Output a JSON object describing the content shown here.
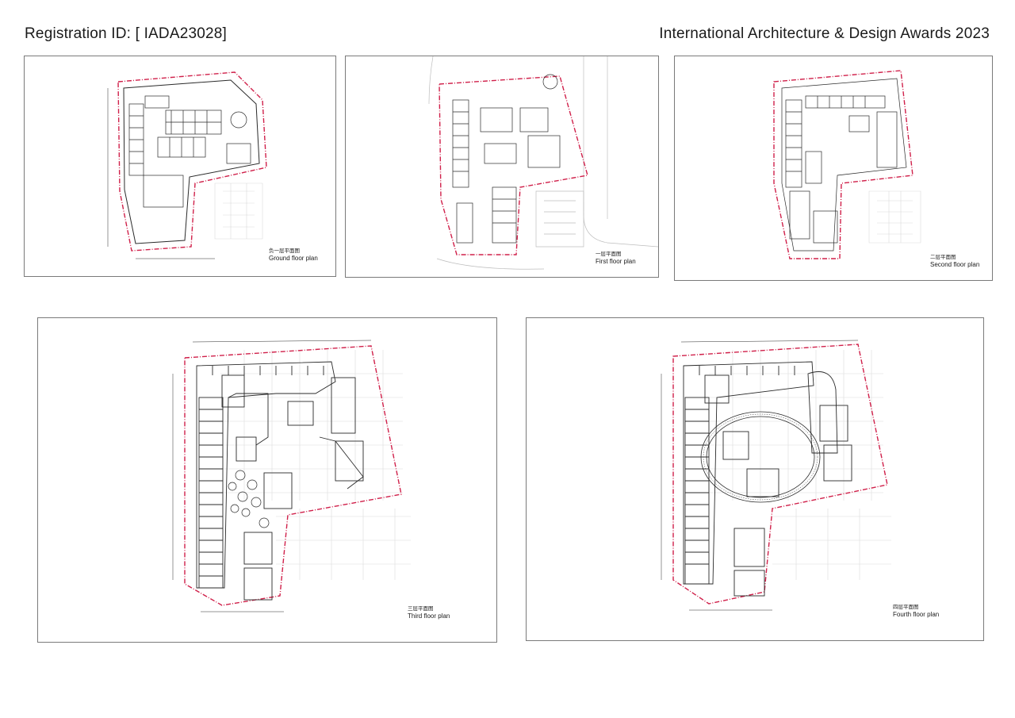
{
  "header": {
    "registration": "Registration ID:  [ IADA23028]",
    "award": "International Architecture & Design Awards 2023"
  },
  "plans": [
    {
      "cn": "负一层平面图",
      "en": "Ground floor plan"
    },
    {
      "cn": "一层平面图",
      "en": "First floor plan"
    },
    {
      "cn": "二层平面图",
      "en": "Second floor plan"
    },
    {
      "cn": "三层平面图",
      "en": "Third floor plan"
    },
    {
      "cn": "四层平面图",
      "en": "Fourth floor plan"
    }
  ],
  "colors": {
    "boundary": "#d0204a",
    "line": "#2a2a2a",
    "grid": "#d9d9d9",
    "frame": "#7a7a7a"
  }
}
